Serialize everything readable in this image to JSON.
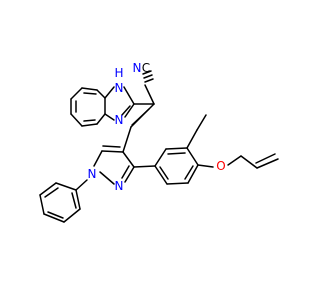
{
  "atom_labels": {
    "nh": "H",
    "nh_n": "N",
    "n_imine": "N",
    "n_nitrile_n": "N",
    "n_nitrile_c": "C",
    "pyr_n1": "N",
    "pyr_n2": "N",
    "ether_o": "O"
  },
  "colors": {
    "bond": "#000000",
    "nitrogen": "#0000ff",
    "oxygen": "#ff0000",
    "background": "#ffffff"
  }
}
